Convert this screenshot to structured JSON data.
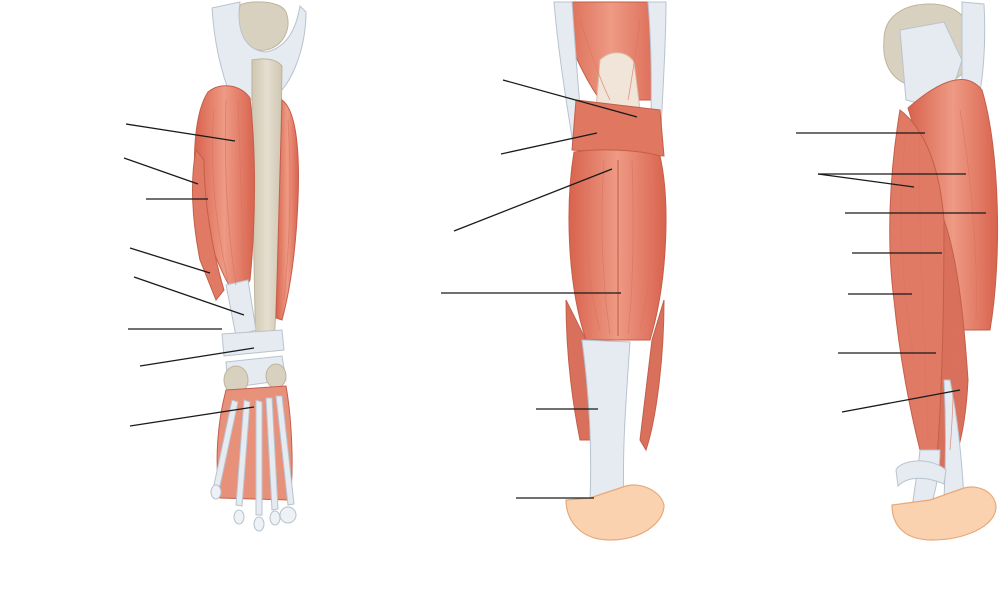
{
  "figure": {
    "views": [
      {
        "id": "anterior",
        "label_lines": 9
      },
      {
        "id": "posterior",
        "label_lines": 6
      },
      {
        "id": "lateral",
        "label_lines": 9
      }
    ],
    "colors": {
      "muscle": "#e4826c",
      "muscle_dark": "#c45e4a",
      "tendon": "#e6ebf1",
      "bone": "#d9d1c0",
      "skin": "#fbd2b0",
      "leader_line": "#1a1a1a"
    }
  }
}
